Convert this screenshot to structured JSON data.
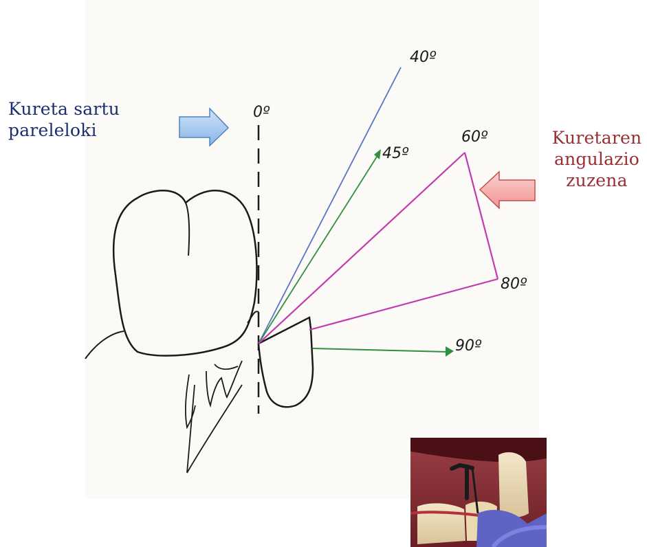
{
  "captions": {
    "left_line1": "Kureta sartu",
    "left_line2": "pareleloki",
    "right_line1": "Kuretaren",
    "right_line2": "angulazio",
    "right_line3": "zuzena"
  },
  "angle_labels": {
    "a0": "0º",
    "a40": "40º",
    "a45": "45º",
    "a60": "60º",
    "a80": "80º",
    "a90": "90º"
  },
  "colors": {
    "left_caption": "#1b2f6e",
    "right_caption": "#9a2f32",
    "line_40": "#5b74c4",
    "line_45": "#2f8f3c",
    "line_60_80": "#c23ab0",
    "line_90": "#2f8f3c",
    "arrow_blue": "#9cc3ee",
    "arrow_red": "#f5a3a3"
  },
  "icons": {
    "left_arrow": "right-arrow-icon",
    "right_arrow": "left-arrow-icon"
  }
}
